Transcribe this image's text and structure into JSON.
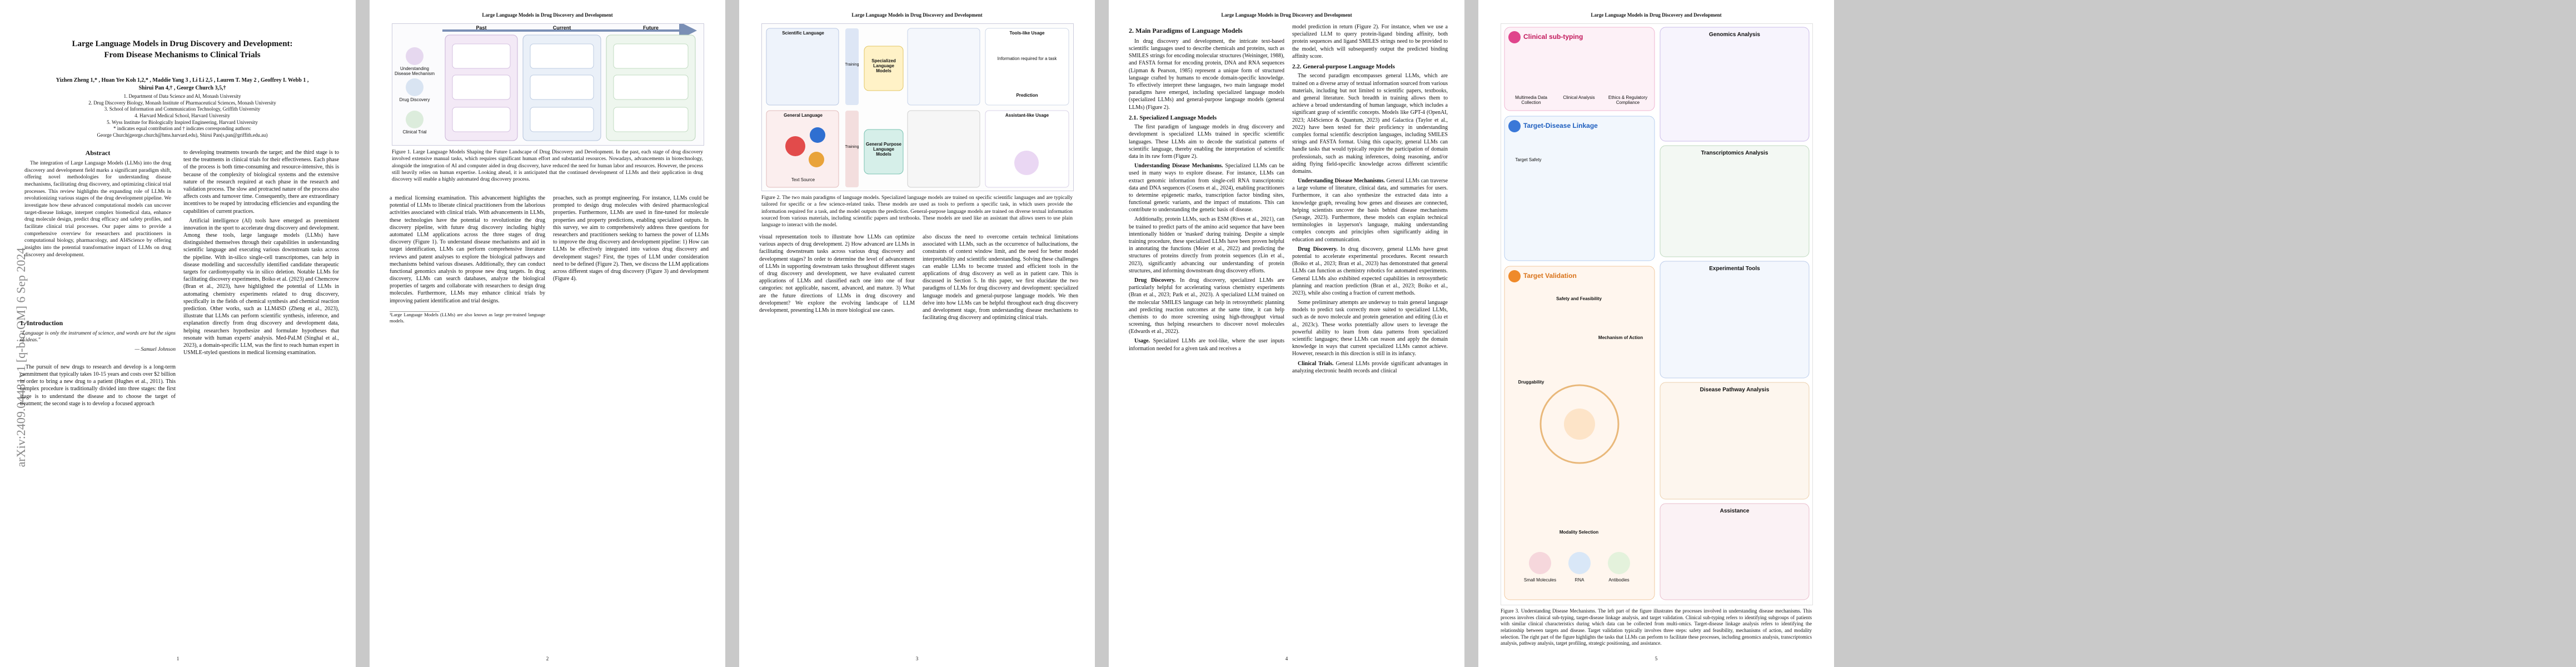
{
  "running_header": "Large Language Models in Drug Discovery and Development",
  "arxiv_stamp": "arXiv:2409.04481v1 [q-bio.QM] 6 Sep 2024",
  "page1": {
    "title_line1": "Large Language Models in Drug Discovery and Development:",
    "title_line2": "From Disease Mechanisms to Clinical Trials",
    "authors_line1": "Yizhen Zheng 1,* , Huan Yee Koh 1,2,* , Maddie Yang 3 , Li Li 2,5 , Lauren T. May 2 , Geoffrey I. Webb 1 ,",
    "authors_line2": "Shirui Pan 4,† , George Church 3,5,†",
    "affil": [
      "1. Department of Data Science and AI, Monash University",
      "2. Drug Discovery Biology, Monash Institute of Pharmaceutical Sciences, Monash University",
      "3. School of Information and Communication Technology, Griffith University",
      "4. Harvard Medical School, Harvard University",
      "5. Wyss Institute for Biologically Inspired Engineering, Harvard University",
      "* indicates equal contribution and † indicates corresponding authors:",
      "George Church(george.church@hms.harvard.edu), Shirui Pan(s.pan@griffith.edu.au)"
    ],
    "abstract_heading": "Abstract",
    "abstract": "The integration of Large Language Models (LLMs) into the drug discovery and development field marks a significant paradigm shift, offering novel methodologies for understanding disease mechanisms, facilitating drug discovery, and optimizing clinical trial processes. This review highlights the expanding role of LLMs in revolutionizing various stages of the drug development pipeline. We investigate how these advanced computational models can uncover target-disease linkage, interpret complex biomedical data, enhance drug molecule design, predict drug efficacy and safety profiles, and facilitate clinical trial processes. Our paper aims to provide a comprehensive overview for researchers and practitioners in computational biology, pharmacology, and AI4Science by offering insights into the potential transformative impact of LLMs on drug discovery and development.",
    "intro_heading": "1. Introduction",
    "quote": "\"Language is only the instrument of science, and words are but the signs of ideas.\"",
    "quote_attr": "— Samuel Johnson",
    "intro_p1": "The pursuit of new drugs to research and develop is a long-term commitment that typically takes 10-15 years and costs over $2 billion in order to bring a new drug to a patient (Hughes et al., 2011). This complex procedure is traditionally divided into three stages: the first stage is to understand the disease and to choose the target of treatment; the second stage is to develop a focused approach",
    "right_p1": "to developing treatments towards the target; and the third stage is to test the treatments in clinical trials for their effectiveness. Each phase of the process is both time-consuming and resource-intensive, this is because of the complexity of biological systems and the extensive nature of the research required at each phase in the research and validation process. The slow and protracted nature of the process also affects costs and turnover time. Consequently, there are extraordinary incentives to be reaped by introducing efficiencies and expanding the capabilities of current practices.",
    "right_p2": "Artificial intelligence (AI) tools have emerged as preeminent innovation in the sport to accelerate drug discovery and development. Among these tools, large language models (LLMs) have distinguished themselves through their capabilities in understanding scientific language and executing various downstream tasks across the pipeline. With in-silico single-cell transcriptomes, can help in disease modelling and successfully identified candidate therapeutic targets for cardiomyopathy via in silico deletion. Notable LLMs for facilitating discovery experiments, Boiko et al. (2023) and Chemcrow (Bran et al., 2023), have highlighted the potential of LLMs in automating chemistry experiments related to drug discovery, specifically in the fields of chemical synthesis and chemical reaction prediction. Other works, such as LLM4SD (Zheng et al., 2023), illustrate that LLMs can perform scientific synthesis, inference, and explanation directly from drug discovery and development data, helping researchers hypothesize and formulate hypotheses that resonate with human experts' analysis. Med-PaLM (Singhal et al., 2023), a domain-specific LLM, was the first to reach human expert in USMLE-styled questions in medical licensing examination."
  },
  "page2": {
    "fig_labels": {
      "past": "Past",
      "current": "Current",
      "future": "Future",
      "rows": [
        "Understanding Disease Mechanism",
        "Drug Discovery",
        "Clinical Trial"
      ]
    },
    "caption": "Figure 1. Large Language Models Shaping the Future Landscape of Drug Discovery and Development. In the past, each stage of drug discovery involved extensive manual tasks, which requires significant human effort and substantial resources. Nowadays, advancements in biotechnology, alongside the integration of AI and computer aided in drug discovery, have reduced the need for human labor and resources. However, the process still heavily relies on human expertise. Looking ahead, it is anticipated that the continued development of LLMs and their application in drug discovery will enable a highly automated drug discovery process.",
    "left_text": "a medical licensing examination. This advancement highlights the potential of LLMs to liberate clinical practitioners from the laborious activities associated with clinical trials. With advancements in LLMs, these technologies have the potential to revolutionize the drug discovery pipeline, with future drug discovery including highly automated LLM applications across the three stages of drug discovery (Figure 1). To understand disease mechanisms and aid in target identification, LLMs can perform comprehensive literature reviews and patent analyses to explore the biological pathways and mechanisms behind various diseases. Additionally, they can conduct functional genomics analysis to propose new drug targets. In drug discovery, LLMs can search databases, analyze the biological properties of targets and collaborate with researchers to design drug molecules. Furthermore, LLMs may enhance clinical trials by improving patient identification and trial designs.",
    "right_text": "proaches, such as prompt engineering. For instance, LLMs could be prompted to design drug molecules with desired pharmacological properties. Furthermore, LLMs are used in fine-tuned for molecule properties and property predictions, enabling specialized outputs. In this survey, we aim to comprehensively address three questions for researchers and practitioners seeking to harness the power of LLMs to improve the drug discovery and development pipeline: 1) How can LLMs be effectively integrated into various drug discovery and development stages? First, the types of LLM under consideration need to be defined (Figure 2). Then, we discuss the LLM applications across different stages of drug discovery (Figure 3) and development (Figure 4).",
    "footnote": "¹Large Language Models (LLMs) are also known as large pre-trained language models."
  },
  "page3": {
    "fig_labels": {
      "scientific": "Scientific Language",
      "general": "General Language",
      "training1": "Training",
      "training2": "Training",
      "specialized": "Specialized Language Models",
      "general_purpose": "General Purpose Language Models",
      "text_source": "Text Source",
      "tools": "Tools-like Usage",
      "assistant": "Assistant-like Usage",
      "info_req": "Information required for a task",
      "prediction": "Prediction"
    },
    "caption": "Figure 2. The two main paradigms of language models. Specialized language models are trained on specific scientific languages and are typically tailored for specific or a few science-related tasks. These models are used as tools to perform a specific task, in which users provide the information required for a task, and the model outputs the prediction. General-purpose language models are trained on diverse textual information sourced from various materials, including scientific papers and textbooks. These models are used like an assistant that allows users to use plain language to interact with the model.",
    "left_text": "visual representation tools to illustrate how LLMs can optimize various aspects of drug development. 2) How advanced are LLMs in facilitating downstream tasks across various drug discovery and development stages? In order to determine the level of advancement of LLMs in supporting downstream tasks throughout different stages of drug discovery and development, we have evaluated current applications of LLMs and classified each one into one of four categories: not applicable, nascent, advanced, and mature. 3) What are the future directions of LLMs in drug discovery and development? We explore the evolving landscape of LLM development, presenting LLMs in more biological use cases.",
    "right_text": "also discuss the need to overcome certain technical limitations associated with LLMs, such as the occurrence of hallucinations, the constraints of context window limit, and the need for better model interpretability and scientific understanding. Solving these challenges can enable LLMs to become trusted and efficient tools in the applications of drug discovery as well as in patient care. This is discussed in Section 5. In this paper, we first elucidate the two paradigms of LLMs for drug discovery and development: specialized language models and general-purpose language models. We then delve into how LLMs can be helpful throughout each drug discovery and development stage, from understanding disease mechanisms to facilitating drug discovery and optimizing clinical trials."
  },
  "page4": {
    "sec2": "2. Main Paradigms of Language Models",
    "sec2_p1": "In drug discovery and development, the intricate text-based scientific languages used to describe chemicals and proteins, such as SMILES strings for encoding molecular structures (Weininger, 1988), and FASTA format for encoding protein, DNA and RNA sequences (Lipman & Pearson, 1985) represent a unique form of structured language crafted by humans to encode domain-specific knowledge. To effectively interpret these languages, two main language model paradigms have emerged, including specialized language models (specialized LLMs) and general-purpose language models (general LLMs) (Figure 2).",
    "sec21": "2.1. Specialized Language Models",
    "sec21_p1": "The first paradigm of language models in drug discovery and development is specialized LLMs trained in specific scientific languages. These LLMs aim to decode the statistical patterns of scientific language, thereby enabling the interpretation of scientific data in its raw form (Figure 2).",
    "und_title": "Understanding Disease Mechanisms.",
    "und_text": "Specialized LLMs can be used in many ways to explore disease. For instance, LLMs can extract genomic information from single-cell RNA transcriptomic data and DNA sequences (Cosens et al., 2024), enabling practitioners to determine epigenetic marks, transcription factor binding sites, functional genetic variants, and the impact of mutations. This can contribute to understanding the genetic basis of disease.",
    "add_text": "Additionally, protein LLMs, such as ESM (Rives et al., 2021), can be trained to predict parts of the amino acid sequence that have been intentionally hidden or 'masked' during training. Despite a simple training procedure, these specialized LLMs have been proven helpful in annotating the functions (Meier et al., 2022) and predicting the structures of proteins directly from protein sequences (Lin et al., 2023), significantly advancing our understanding of protein structures, and informing downstream drug discovery efforts.",
    "drug_title": "Drug Discovery.",
    "drug_text": "In drug discovery, specialized LLMs are particularly helpful for accelerating various chemistry experiments (Bran et al., 2023; Park et al., 2023). A specialized LLM trained on the molecular SMILES language can help in retrosynthetic planning and predicting reaction outcomes at the same time, it can help chemists to do more screening using high-throughput virtual screening, thus helping researchers to discover novel molecules (Edwards et al., 2022).",
    "usage_title": "Usage.",
    "usage_text": "Specialized LLMs are tool-like, where the user inputs information needed for a given task and receives a",
    "right_p1": "model prediction in return (Figure 2). For instance, when we use a specialized LLM to query protein-ligand binding affinity, both protein sequences and ligand SMILES strings need to be provided to the model, which will subsequently output the predicted binding affinity score.",
    "sec22": "2.2. General-purpose Language Models",
    "sec22_p1": "The second paradigm encompasses general LLMs, which are trained on a diverse array of textual information sourced from various materials, including but not limited to scientific papers, textbooks, and general literature. Such breadth in training allows them to achieve a broad understanding of human language, which includes a significant grasp of scientific concepts. Models like GPT-4 (OpenAI, 2023; AI4Science & Quantum, 2023) and Galactica (Taylor et al., 2022) have been tested for their proficiency in understanding complex formal scientific description languages, including SMILES strings and FASTA format. Using this capacity, general LLMs can handle tasks that would typically require the participation of domain professionals, such as making inferences, doing reasoning, and/or aiding flying field-specific knowledge across different scientific domains.",
    "und2_title": "Understanding Disease Mechanisms.",
    "und2_text": "General LLMs can traverse a large volume of literature, clinical data, and summaries for users. Furthermore, it can also synthesize the extracted data into a knowledge graph, revealing how genes and diseases are connected, helping scientists uncover the basis behind disease mechanisms (Savage, 2023). Furthermore, these models can explain technical terminologies in layperson's language, making understanding complex concepts and principles often significantly aiding in education and communication.",
    "drug2_title": "Drug Discovery.",
    "drug2_text": "In drug discovery, general LLMs have great potential to accelerate experimental procedures. Recent research (Boiko et al., 2023; Bran et al., 2023) has demonstrated that general LLMs can function as chemistry robotics for automated experiments. General LLMs also exhibited expected capabilities in retrosynthetic planning and reaction prediction (Bran et al., 2023; Boiko et al., 2023), while also costing a fraction of current methods.",
    "right_p2": "Some preliminary attempts are underway to train general language models to predict task correctly more suited to specialized LLMs, such as de novo molecule and protein generation and editing (Liu et al., 2023c). These works potentially allow users to leverage the powerful ability to learn from data patterns from specialized scientific languages; these LLMs can reason and apply the domain knowledge in ways that current specialized LLMs cannot achieve. However, research in this direction is still in its infancy.",
    "clin_title": "Clinical Trials.",
    "clin_text": "General LLMs provide significant advantages in analyzing electronic health records and clinical"
  },
  "page5": {
    "fig_labels": {
      "s1": "Clinical sub-typing",
      "s2": "Target-Disease Linkage",
      "s3": "Target Validation",
      "genomics": "Genomics Analysis",
      "transcriptomics": "Transcriptomics Analysis",
      "experimental": "Experimental Tools",
      "disease_pathway": "Disease Pathway Analysis",
      "assistance": "Assistance",
      "safety": "Safety and Feasibility",
      "moa": "Mechanism of Action",
      "druggability": "Druggability",
      "modality": "Modality Selection",
      "small_mol": "Small Molecules",
      "rna": "RNA",
      "antibodies": "Antibodies",
      "ethics": "Ethics & Regulatory Compliance",
      "multidata": "Multimedia Data Collection",
      "clinical_analysis": "Clinical Analysis",
      "target_safety": "Target Safety"
    },
    "caption": "Figure 3. Understanding Disease Mechanisms. The left part of the figure illustrates the processes involved in understanding disease mechanisms. This process involves clinical sub-typing, target-disease linkage analysis, and target validation. Clinical sub-typing refers to identifying subgroups of patients with similar clinical characteristics during which data can be collected from multi-omics. Target-disease linkage analysis refers to identifying the relationship between targets and disease. Target validation typically involves three steps: safety and feasibility, mechanisms of action, and modality selection. The right part of the figure highlights the tasks that LLMs can perform to facilitate these processes, including genomics analysis, transcriptomics analysis, pathway analysis, target profiling, strategic positioning, and assistance."
  },
  "page_numbers": [
    "1",
    "2",
    "3",
    "4",
    "5"
  ]
}
